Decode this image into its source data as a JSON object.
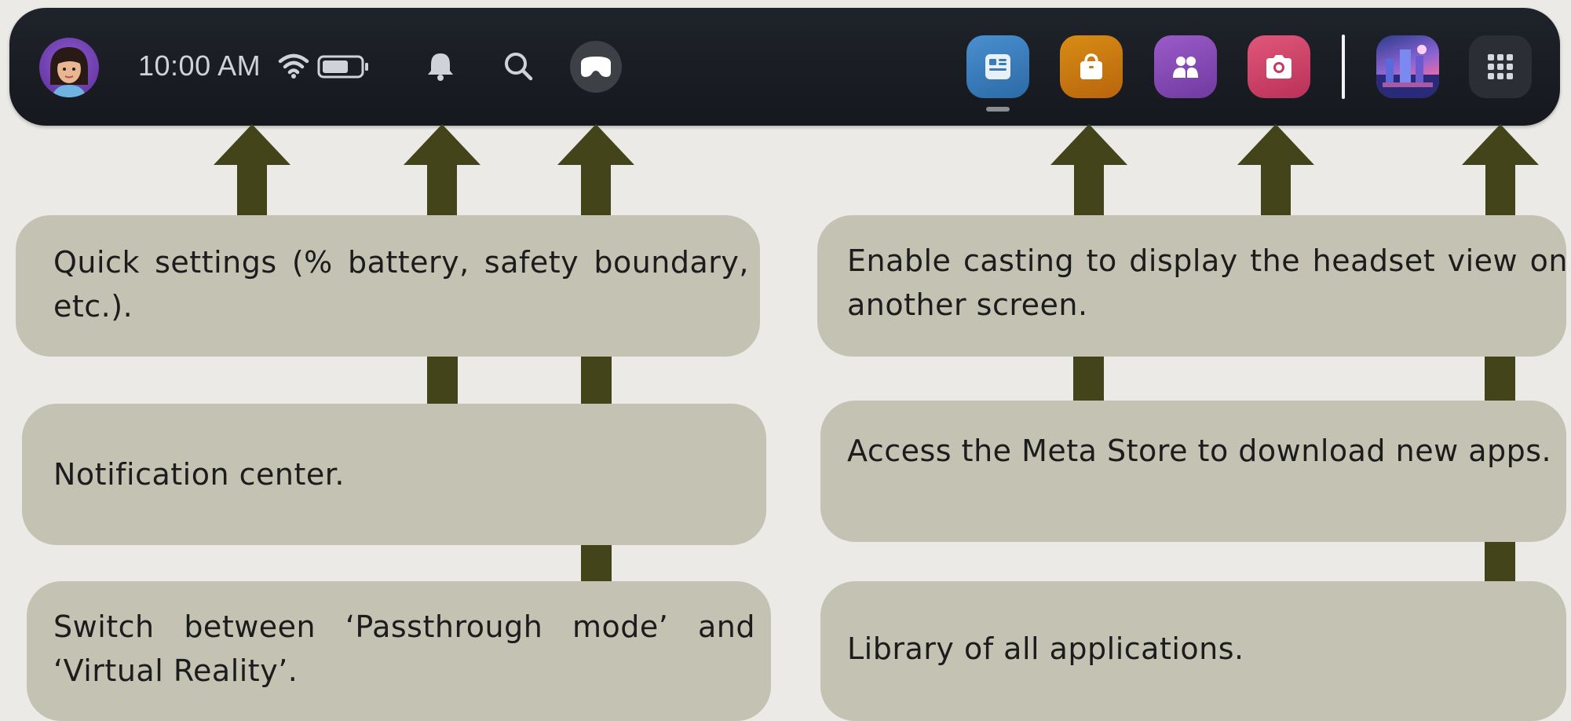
{
  "taskbar": {
    "time": "10:00 AM"
  },
  "callouts": {
    "quick_settings": "Quick settings (% battery, safety boundary, etc.).",
    "notifications": "Notification center.",
    "passthrough": "Switch between ‘Passthrough mode’ and ‘Virtual Reality’.",
    "casting": "Enable casting to display the headset view on another screen.",
    "store": "Access the Meta Store to download new apps.",
    "library": "Library of all applications."
  },
  "colors": {
    "arrow": "#434419",
    "callout_bg": "#c3c2b3",
    "page_bg": "#ebeae6",
    "taskbar_bg": "#1b1e23"
  },
  "icons": [
    "avatar",
    "wifi-icon",
    "battery-icon",
    "bell-icon",
    "search-icon",
    "headset-icon",
    "dashboard-app-icon",
    "store-app-icon",
    "people-app-icon",
    "camera-app-icon",
    "game-app-icon",
    "app-library-icon"
  ]
}
